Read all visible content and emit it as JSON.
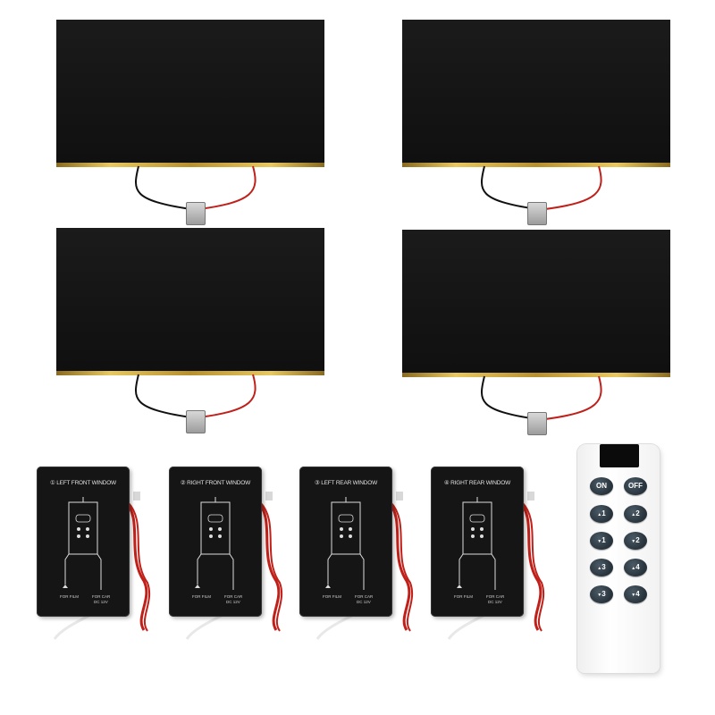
{
  "controllers": [
    {
      "label": "① LEFT FRONT WINDOW",
      "for_film": "FOR FILM",
      "for_car": "FOR CAR",
      "voltage": "DC 12V"
    },
    {
      "label": "② RIGHT FRONT WINDOW",
      "for_film": "FOR FILM",
      "for_car": "FOR CAR",
      "voltage": "DC 12V"
    },
    {
      "label": "③ LEFT REAR WINDOW",
      "for_film": "FOR FILM",
      "for_car": "FOR CAR",
      "voltage": "DC 12V"
    },
    {
      "label": "④ RIGHT REAR WINDOW",
      "for_film": "FOR FILM",
      "for_car": "FOR CAR",
      "voltage": "DC 12V"
    }
  ],
  "remote": {
    "on_label": "ON",
    "off_label": "OFF",
    "buttons": [
      {
        "label": "1",
        "arrow": "▲"
      },
      {
        "label": "2",
        "arrow": "▲"
      },
      {
        "label": "1",
        "arrow": "▼"
      },
      {
        "label": "2",
        "arrow": "▼"
      },
      {
        "label": "3",
        "arrow": "▲"
      },
      {
        "label": "4",
        "arrow": "▲"
      },
      {
        "label": "3",
        "arrow": "▼"
      },
      {
        "label": "4",
        "arrow": "▼"
      }
    ]
  },
  "colors": {
    "film": "#141414",
    "film_edge": "#e8c860",
    "wire_red": "#c0201a",
    "wire_black": "#111111",
    "remote_button": "#2e3a44"
  }
}
